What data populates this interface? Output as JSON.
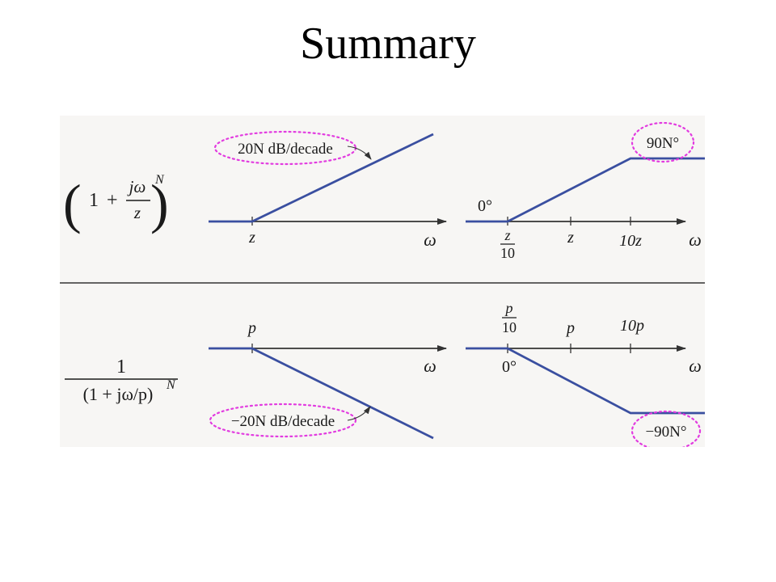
{
  "slide": {
    "title": "Summary"
  },
  "colors": {
    "curve": "#3a4fa0",
    "axis": "#333333",
    "highlight": "#e23be0",
    "panel": "#f7f6f4"
  },
  "rows": {
    "zero": {
      "factor": {
        "base": "1",
        "plus": "+",
        "numerator": "jω",
        "denominator": "z",
        "exponent": "N"
      },
      "magnitude": {
        "slope_label": "20N dB/decade",
        "corner_tick": "z",
        "axis_label": "ω"
      },
      "phase": {
        "start_label": "0°",
        "end_label": "90N°",
        "tick_low_num": "z",
        "tick_low_den": "10",
        "tick_mid": "z",
        "tick_high": "10z",
        "axis_label": "ω"
      }
    },
    "pole": {
      "factor": {
        "numerator": "1",
        "denominator": "(1 + jω/p)",
        "exponent": "N"
      },
      "magnitude": {
        "slope_label": "−20N dB/decade",
        "corner_tick": "p",
        "axis_label": "ω"
      },
      "phase": {
        "start_label": "0°",
        "end_label": "−90N°",
        "tick_low_num": "p",
        "tick_low_den": "10",
        "tick_mid": "p",
        "tick_high": "10p",
        "axis_label": "ω"
      }
    }
  }
}
